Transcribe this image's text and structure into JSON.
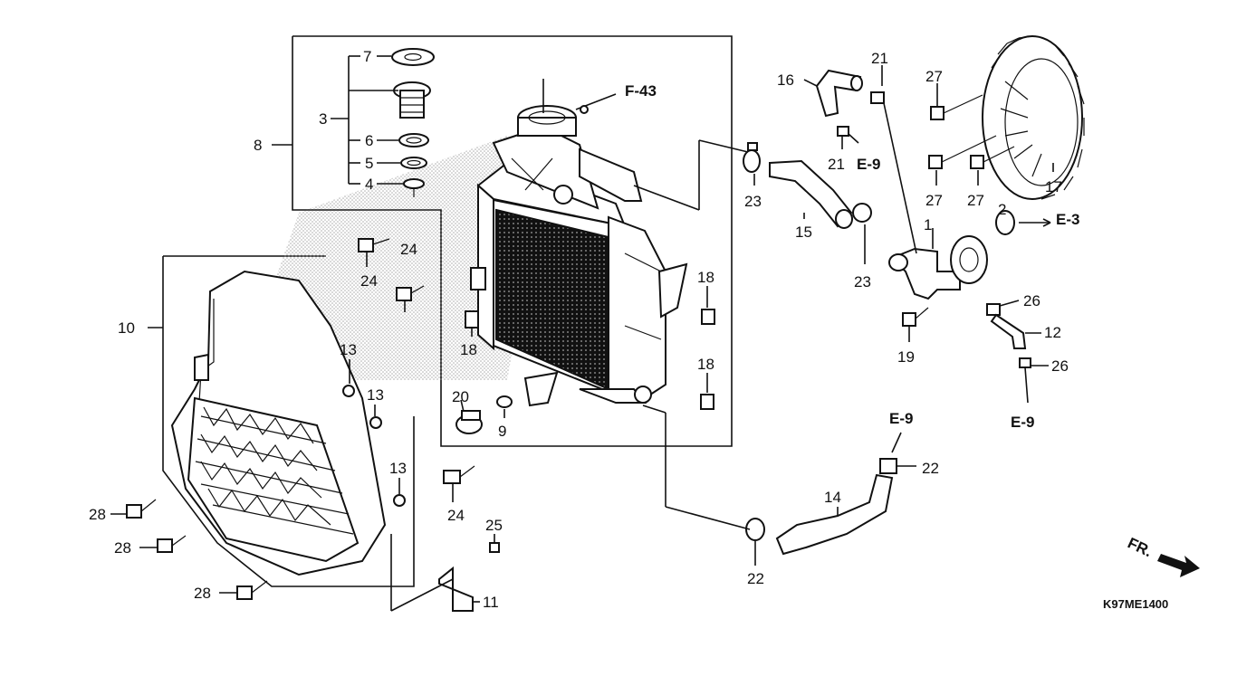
{
  "diagram_id": "K97ME1400",
  "front_label": "FR.",
  "refs": [
    "F-43",
    "E-9",
    "E-9",
    "E-9",
    "E-3"
  ],
  "callouts": [
    {
      "name": "callout-7",
      "num": "7"
    },
    {
      "name": "callout-3",
      "num": "3"
    },
    {
      "name": "callout-8",
      "num": "8"
    },
    {
      "name": "callout-6",
      "num": "6"
    },
    {
      "name": "callout-5",
      "num": "5"
    },
    {
      "name": "callout-4",
      "num": "4"
    },
    {
      "name": "callout-24a",
      "num": "24"
    },
    {
      "name": "callout-24b",
      "num": "24"
    },
    {
      "name": "callout-10",
      "num": "10"
    },
    {
      "name": "callout-13a",
      "num": "13"
    },
    {
      "name": "callout-13b",
      "num": "13"
    },
    {
      "name": "callout-13c",
      "num": "13"
    },
    {
      "name": "callout-18a",
      "num": "18"
    },
    {
      "name": "callout-18b",
      "num": "18"
    },
    {
      "name": "callout-18c",
      "num": "18"
    },
    {
      "name": "callout-20",
      "num": "20"
    },
    {
      "name": "callout-9",
      "num": "9"
    },
    {
      "name": "callout-24c",
      "num": "24"
    },
    {
      "name": "callout-25",
      "num": "25"
    },
    {
      "name": "callout-11",
      "num": "11"
    },
    {
      "name": "callout-28a",
      "num": "28"
    },
    {
      "name": "callout-28b",
      "num": "28"
    },
    {
      "name": "callout-28c",
      "num": "28"
    },
    {
      "name": "callout-16",
      "num": "16"
    },
    {
      "name": "callout-21a",
      "num": "21"
    },
    {
      "name": "callout-21b",
      "num": "21"
    },
    {
      "name": "callout-27a",
      "num": "27"
    },
    {
      "name": "callout-27b",
      "num": "27"
    },
    {
      "name": "callout-27c",
      "num": "27"
    },
    {
      "name": "callout-17",
      "num": "17"
    },
    {
      "name": "callout-23a",
      "num": "23"
    },
    {
      "name": "callout-15",
      "num": "15"
    },
    {
      "name": "callout-23b",
      "num": "23"
    },
    {
      "name": "callout-1",
      "num": "1"
    },
    {
      "name": "callout-2",
      "num": "2"
    },
    {
      "name": "callout-26a",
      "num": "26"
    },
    {
      "name": "callout-12",
      "num": "12"
    },
    {
      "name": "callout-19",
      "num": "19"
    },
    {
      "name": "callout-26b",
      "num": "26"
    },
    {
      "name": "callout-22a",
      "num": "22"
    },
    {
      "name": "callout-14",
      "num": "14"
    },
    {
      "name": "callout-22b",
      "num": "22"
    }
  ]
}
